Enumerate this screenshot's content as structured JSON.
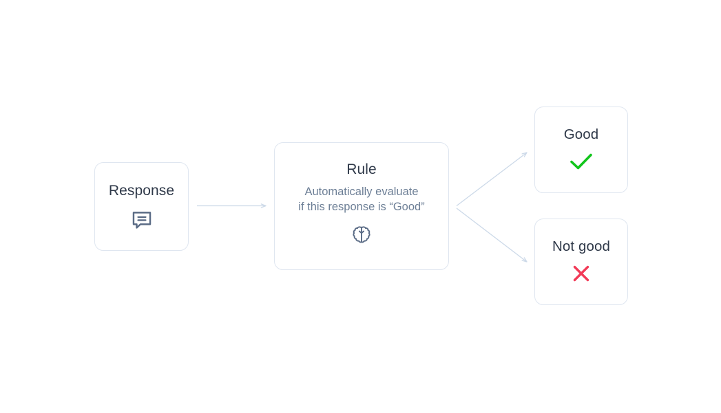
{
  "diagram": {
    "title_visible": false,
    "background": "#ffffff",
    "palette": {
      "card_border": "#dfe6f0",
      "card_background": "#ffffff",
      "title_text": "#2f3949",
      "subtitle_text": "#6d7f96",
      "icon_stroke": "#5a6b85",
      "connector": "#ccd9e8",
      "success_green": "#12c51c",
      "failure_red": "#f23a57"
    },
    "nodes": [
      {
        "id": "response",
        "title": "Response",
        "icon": "speech-bubble-icon"
      },
      {
        "id": "rule",
        "title": "Rule",
        "subtitle": "Automatically evaluate\nif this response is “Good”",
        "icon": "brain-icon"
      },
      {
        "id": "good",
        "title": "Good",
        "icon": "check-icon"
      },
      {
        "id": "not_good",
        "title": "Not good",
        "icon": "cross-icon"
      }
    ],
    "connectors": [
      {
        "id": "response-to-rule",
        "from": "response",
        "to": "rule",
        "style": "straight-arrow"
      },
      {
        "id": "rule-to-good",
        "from": "rule",
        "to": "good",
        "style": "diagonal-arrow-up"
      },
      {
        "id": "rule-to-not-good",
        "from": "rule",
        "to": "not_good",
        "style": "diagonal-arrow-down"
      }
    ]
  }
}
